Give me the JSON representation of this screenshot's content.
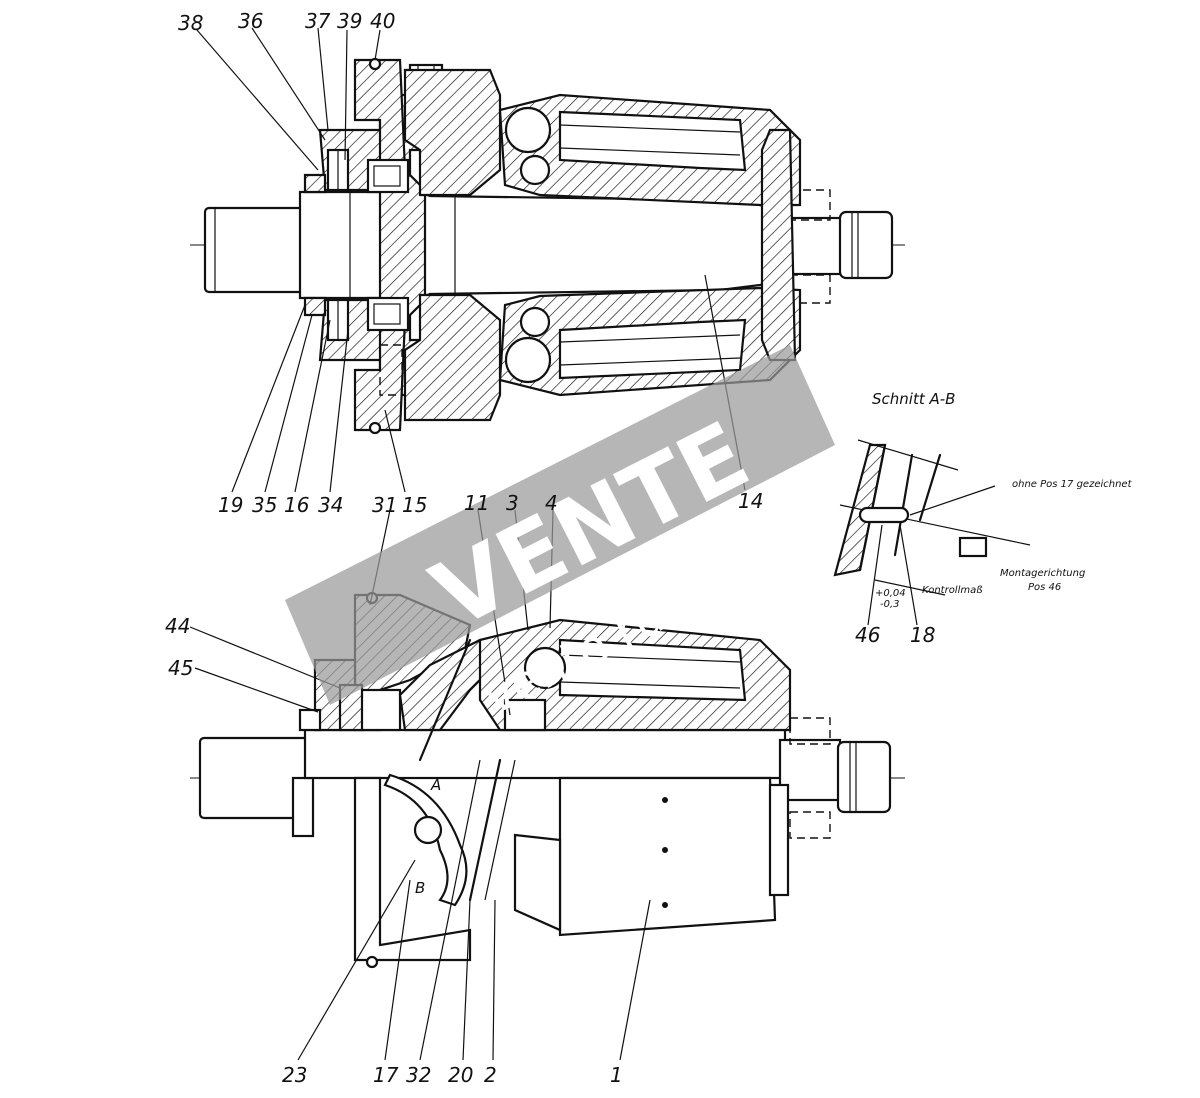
{
  "callouts_top": [
    {
      "id": "38",
      "text": "38"
    },
    {
      "id": "36",
      "text": "36"
    },
    {
      "id": "37",
      "text": "37"
    },
    {
      "id": "39",
      "text": "39"
    },
    {
      "id": "40",
      "text": "40"
    },
    {
      "id": "19",
      "text": "19"
    },
    {
      "id": "35",
      "text": "35"
    },
    {
      "id": "16",
      "text": "16"
    },
    {
      "id": "34",
      "text": "34"
    },
    {
      "id": "31",
      "text": "31"
    },
    {
      "id": "15",
      "text": "15"
    },
    {
      "id": "11",
      "text": "11"
    },
    {
      "id": "3",
      "text": "3"
    },
    {
      "id": "4",
      "text": "4"
    },
    {
      "id": "14",
      "text": "14"
    }
  ],
  "callouts_bottom": [
    {
      "id": "44",
      "text": "44"
    },
    {
      "id": "45",
      "text": "45"
    },
    {
      "id": "23",
      "text": "23"
    },
    {
      "id": "17",
      "text": "17"
    },
    {
      "id": "32",
      "text": "32"
    },
    {
      "id": "20",
      "text": "20"
    },
    {
      "id": "2",
      "text": "2"
    },
    {
      "id": "1",
      "text": "1"
    }
  ],
  "section_view": {
    "title": "Schnitt A-B",
    "note_drawn": "ohne Pos 17 gezeichnet",
    "note_mount_1": "Montagerichtung",
    "note_mount_2": "Pos 46",
    "note_control": "Kontrollmaß",
    "tolerance_1": "+0,04",
    "tolerance_2": "-0,3",
    "label_46": "46",
    "label_18": "18"
  },
  "section_marks": {
    "a": "A",
    "b": "B"
  },
  "watermark": {
    "brand": "VENTE",
    "domain": "vente.ru"
  }
}
